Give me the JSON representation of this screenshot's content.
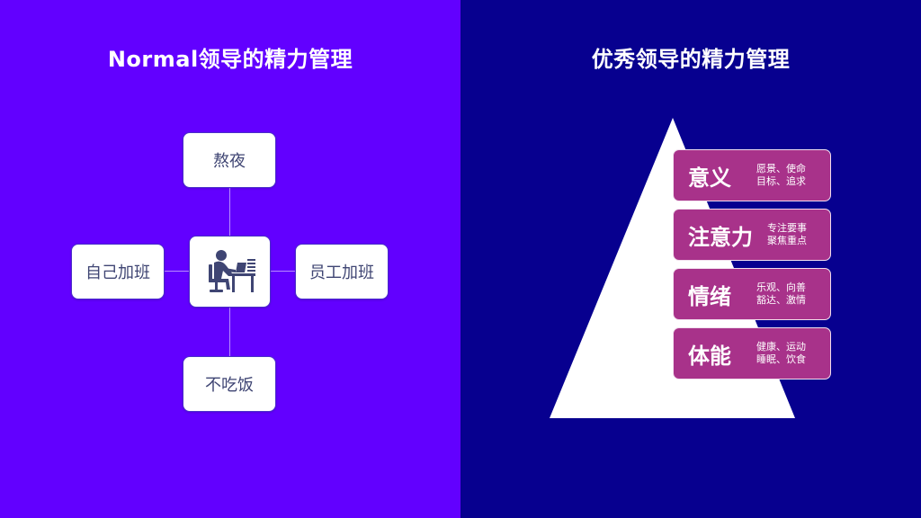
{
  "left_panel": {
    "title": "Normal领导的精力管理",
    "background": "#6200ff",
    "nodes": {
      "top": "熬夜",
      "left": "自己加班",
      "right": "员工加班",
      "bottom": "不吃饭"
    },
    "center_icon": "office-worker-icon"
  },
  "right_panel": {
    "title": "优秀领导的精力管理",
    "background": "#07008f",
    "layers": [
      {
        "title": "意义",
        "desc_line1": "愿景、使命",
        "desc_line2": "目标、追求"
      },
      {
        "title": "注意力",
        "desc_line1": "专注要事",
        "desc_line2": "聚焦重点"
      },
      {
        "title": "情绪",
        "desc_line1": "乐观、向善",
        "desc_line2": "豁达、激情"
      },
      {
        "title": "体能",
        "desc_line1": "健康、运动",
        "desc_line2": "睡眠、饮食"
      }
    ],
    "layer_color": "#a8328a"
  }
}
